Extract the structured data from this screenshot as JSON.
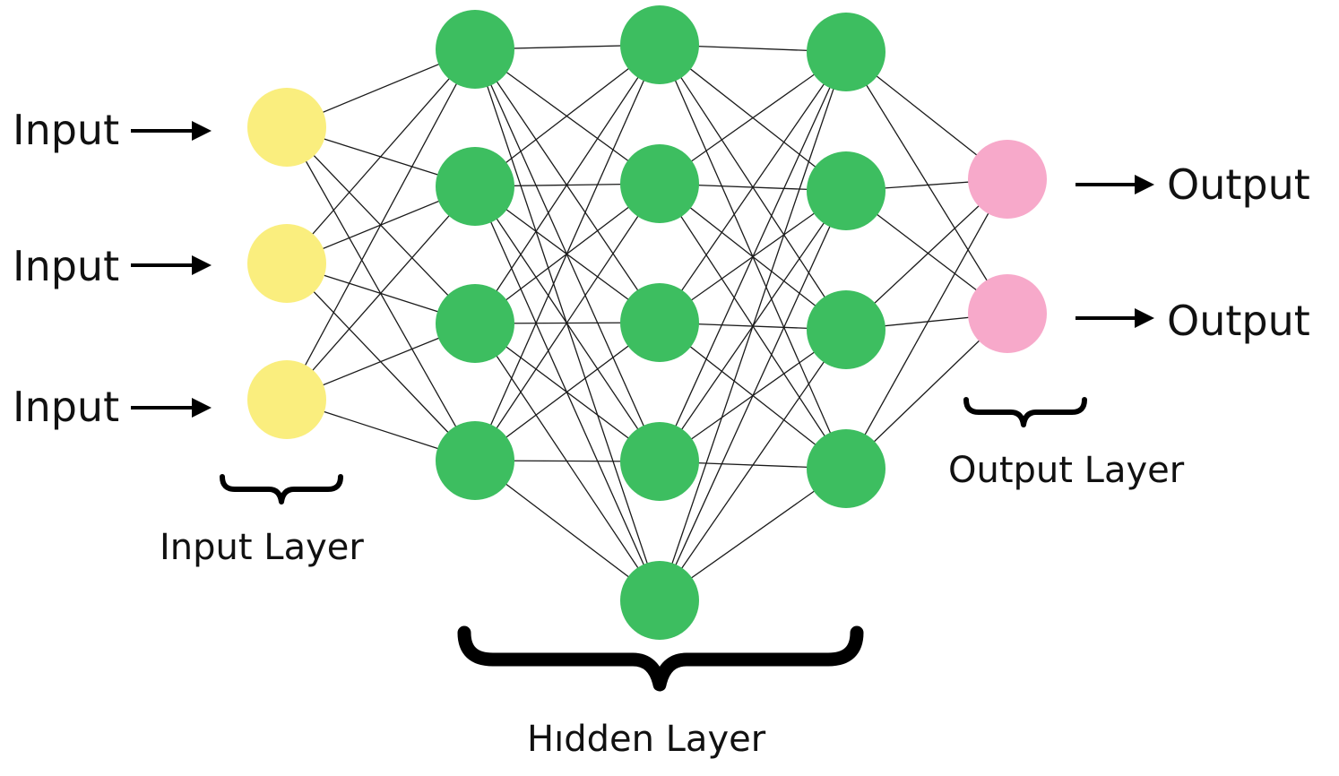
{
  "network": {
    "layers": [
      {
        "name": "input",
        "neurons": 3,
        "color": "#FAEE7E"
      },
      {
        "name": "hidden-1",
        "neurons": 4,
        "color": "#3DBE60"
      },
      {
        "name": "hidden-2",
        "neurons": 5,
        "color": "#3DBE60"
      },
      {
        "name": "hidden-3",
        "neurons": 4,
        "color": "#3DBE60"
      },
      {
        "name": "output",
        "neurons": 2,
        "color": "#F7A9CA"
      }
    ],
    "connections": "fully-connected"
  },
  "labels": {
    "inputs": [
      "Input",
      "Input",
      "Input"
    ],
    "outputs": [
      "Output",
      "Output"
    ],
    "input_layer": "Input Layer",
    "hidden_layer": "Hıdden Layer",
    "output_layer": "Output Layer"
  }
}
